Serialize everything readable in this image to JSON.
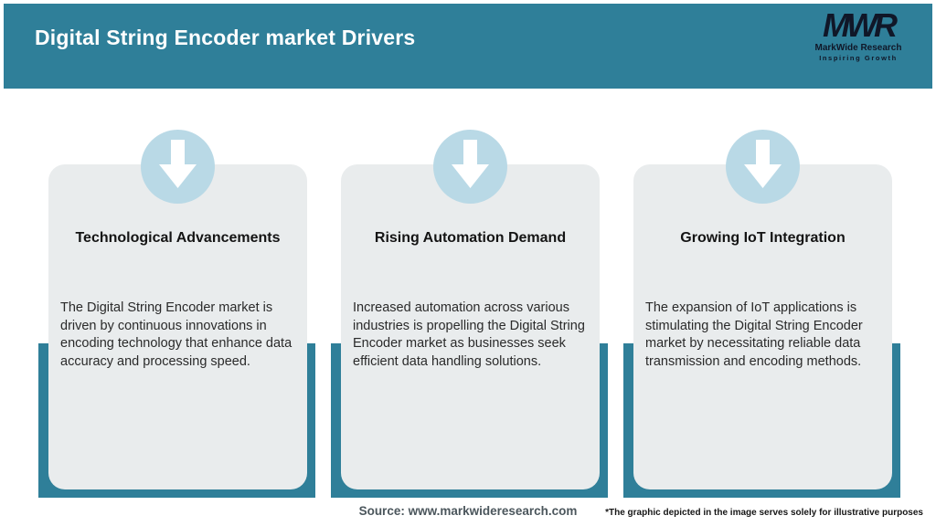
{
  "header": {
    "title": "Digital String Encoder market Drivers",
    "logo": {
      "monogram": "MWR",
      "name": "MarkWide Research",
      "tagline": "Inspiring Growth"
    }
  },
  "cards": [
    {
      "title": "Technological Advancements",
      "body": "The Digital String Encoder market is driven by continuous innovations in encoding technology that enhance data accuracy and processing speed."
    },
    {
      "title": "Rising Automation Demand",
      "body": "Increased automation across various industries is propelling the Digital String Encoder market as businesses seek efficient data handling solutions."
    },
    {
      "title": "Growing IoT Integration",
      "body": "The expansion of IoT applications is stimulating the Digital String Encoder market by necessitating reliable data transmission and encoding methods."
    }
  ],
  "footer": {
    "source": "Source: www.markwideresearch.com",
    "disclaimer": "*The graphic depicted in the image serves solely for illustrative purposes"
  },
  "colors": {
    "header_teal": "#2f7f99",
    "card_background": "#e9eced",
    "circle_blue": "#b9d9e6",
    "logo_navy": "#101728",
    "title_text": "#141414",
    "body_text": "#2a2a2a",
    "source_text": "#4b565c"
  }
}
